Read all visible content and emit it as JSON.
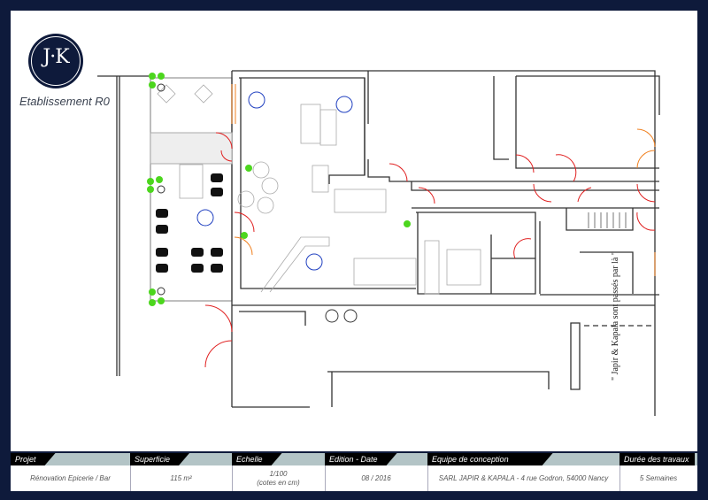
{
  "logo": {
    "text": "J·K"
  },
  "establishment": "Etablissement R0",
  "side_quote": "\" Japir & Kapala sont passés par là \"",
  "colors": {
    "frame": "#0e1a3b",
    "header_band": "#b3c4c6",
    "doors": "#e02020",
    "windows": "#f08020",
    "plants": "#4cd61e",
    "tables": "#2040c0"
  },
  "title_block": [
    {
      "label": "Projet",
      "value": "Rénovation Epicerie / Bar"
    },
    {
      "label": "Superficie",
      "value": "115  m²"
    },
    {
      "label": "Echelle",
      "value": "1/100",
      "value2": "(cotes en cm)"
    },
    {
      "label": "Edition - Date",
      "value": "08 / 2016"
    },
    {
      "label": "Equipe de conception",
      "value": "SARL JAPIR & KAPALA - 4 rue Godron, 54000 Nancy"
    },
    {
      "label": "Durée des travaux",
      "value": "5 Semaines"
    }
  ]
}
